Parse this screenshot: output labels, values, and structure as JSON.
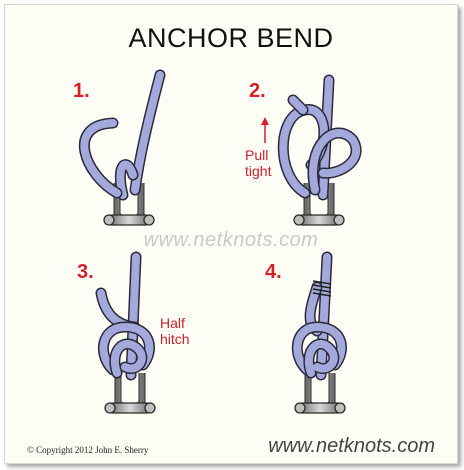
{
  "title": "ANCHOR BEND",
  "steps": [
    {
      "number": "1."
    },
    {
      "number": "2.",
      "note_line1": "Pull",
      "note_line2": "tight"
    },
    {
      "number": "3.",
      "note_line1": "Half",
      "note_line2": "hitch"
    },
    {
      "number": "4."
    }
  ],
  "watermark": "www.netknots.com",
  "copyright": "©  Copyright  2012  John E. Sherry",
  "footer_brand": "www.netknots.com",
  "colors": {
    "rope": "#a4a9dc",
    "rope_outline": "#2a2a3a",
    "shackle": "#9a9a9a",
    "accent_red": "#d61f26"
  }
}
